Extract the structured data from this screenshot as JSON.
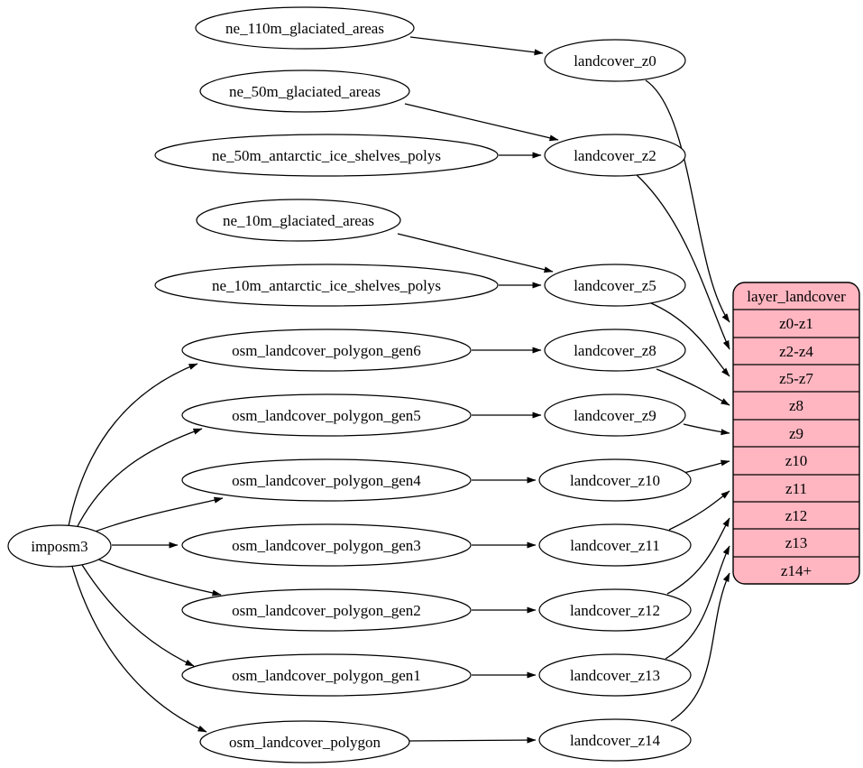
{
  "diagram": {
    "kind": "graphviz-dependency-graph",
    "colors": {
      "background": "#ffffff",
      "node_fill": "#ffffff",
      "node_stroke": "#000000",
      "edge": "#000000",
      "record_fill": "#ffb6c1",
      "record_stroke": "#000000",
      "text": "#000000"
    }
  },
  "nodes": {
    "importer": {
      "label": "imposm3"
    },
    "sources": [
      {
        "label": "ne_110m_glaciated_areas"
      },
      {
        "label": "ne_50m_glaciated_areas"
      },
      {
        "label": "ne_50m_antarctic_ice_shelves_polys"
      },
      {
        "label": "ne_10m_glaciated_areas"
      },
      {
        "label": "ne_10m_antarctic_ice_shelves_polys"
      },
      {
        "label": "osm_landcover_polygon_gen6"
      },
      {
        "label": "osm_landcover_polygon_gen5"
      },
      {
        "label": "osm_landcover_polygon_gen4"
      },
      {
        "label": "osm_landcover_polygon_gen3"
      },
      {
        "label": "osm_landcover_polygon_gen2"
      },
      {
        "label": "osm_landcover_polygon_gen1"
      },
      {
        "label": "osm_landcover_polygon"
      }
    ],
    "intermediate": [
      {
        "label": "landcover_z0"
      },
      {
        "label": "landcover_z2"
      },
      {
        "label": "landcover_z5"
      },
      {
        "label": "landcover_z8"
      },
      {
        "label": "landcover_z9"
      },
      {
        "label": "landcover_z10"
      },
      {
        "label": "landcover_z11"
      },
      {
        "label": "landcover_z12"
      },
      {
        "label": "landcover_z13"
      },
      {
        "label": "landcover_z14"
      }
    ],
    "record": {
      "title": "layer_landcover",
      "rows": [
        "z0-z1",
        "z2-z4",
        "z5-z7",
        "z8",
        "z9",
        "z10",
        "z11",
        "z12",
        "z13",
        "z14+"
      ]
    }
  },
  "edges": [
    {
      "from": "imposm3",
      "to": "osm_landcover_polygon_gen6"
    },
    {
      "from": "imposm3",
      "to": "osm_landcover_polygon_gen5"
    },
    {
      "from": "imposm3",
      "to": "osm_landcover_polygon_gen4"
    },
    {
      "from": "imposm3",
      "to": "osm_landcover_polygon_gen3"
    },
    {
      "from": "imposm3",
      "to": "osm_landcover_polygon_gen2"
    },
    {
      "from": "imposm3",
      "to": "osm_landcover_polygon_gen1"
    },
    {
      "from": "imposm3",
      "to": "osm_landcover_polygon"
    },
    {
      "from": "ne_110m_glaciated_areas",
      "to": "landcover_z0"
    },
    {
      "from": "ne_50m_glaciated_areas",
      "to": "landcover_z2"
    },
    {
      "from": "ne_50m_antarctic_ice_shelves_polys",
      "to": "landcover_z2"
    },
    {
      "from": "ne_10m_glaciated_areas",
      "to": "landcover_z5"
    },
    {
      "from": "ne_10m_antarctic_ice_shelves_polys",
      "to": "landcover_z5"
    },
    {
      "from": "osm_landcover_polygon_gen6",
      "to": "landcover_z8"
    },
    {
      "from": "osm_landcover_polygon_gen5",
      "to": "landcover_z9"
    },
    {
      "from": "osm_landcover_polygon_gen4",
      "to": "landcover_z10"
    },
    {
      "from": "osm_landcover_polygon_gen3",
      "to": "landcover_z11"
    },
    {
      "from": "osm_landcover_polygon_gen2",
      "to": "landcover_z12"
    },
    {
      "from": "osm_landcover_polygon_gen1",
      "to": "landcover_z13"
    },
    {
      "from": "osm_landcover_polygon",
      "to": "landcover_z14"
    },
    {
      "from": "landcover_z0",
      "to": "layer_landcover:z0-z1"
    },
    {
      "from": "landcover_z2",
      "to": "layer_landcover:z2-z4"
    },
    {
      "from": "landcover_z5",
      "to": "layer_landcover:z5-z7"
    },
    {
      "from": "landcover_z8",
      "to": "layer_landcover:z8"
    },
    {
      "from": "landcover_z9",
      "to": "layer_landcover:z9"
    },
    {
      "from": "landcover_z10",
      "to": "layer_landcover:z10"
    },
    {
      "from": "landcover_z11",
      "to": "layer_landcover:z11"
    },
    {
      "from": "landcover_z12",
      "to": "layer_landcover:z12"
    },
    {
      "from": "landcover_z13",
      "to": "layer_landcover:z13"
    },
    {
      "from": "landcover_z14",
      "to": "layer_landcover:z14+"
    }
  ]
}
